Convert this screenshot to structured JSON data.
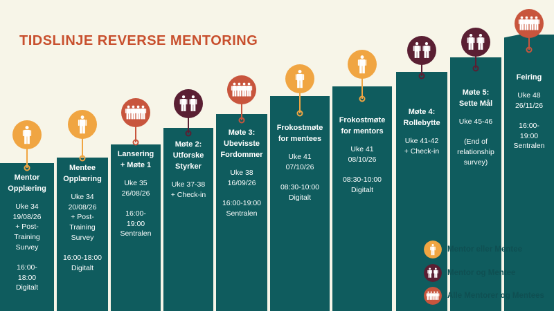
{
  "title": "TIDSLINJE REVERSE MENTORING",
  "colors": {
    "background": "#f7f5e8",
    "teal": "#0f5c5e",
    "orange": "#f0a542",
    "burgundy": "#5a1f33",
    "red": "#c8553d",
    "title": "#c8502e",
    "legend_text": "#0f4f52"
  },
  "milestones": [
    {
      "title": [
        "Mentor",
        "Opplæring"
      ],
      "body": [
        "Uke 34",
        "19/08/26",
        "+ Post-",
        "Training",
        "Survey",
        "",
        "16:00-",
        "18:00",
        "Digitalt"
      ],
      "type": "single",
      "icon": "person-icon"
    },
    {
      "title": [
        "Mentee",
        "Opplæring"
      ],
      "body": [
        "Uke 34",
        "20/08/26",
        "+ Post-",
        "Training",
        "Survey",
        "",
        "16:00-18:00",
        "Digitalt"
      ],
      "type": "single",
      "icon": "person-icon"
    },
    {
      "title": [
        "Lansering",
        "+ Møte 1"
      ],
      "body": [
        "Uke 35",
        "26/08/26",
        "",
        "16:00-",
        "19:00",
        "Sentralen"
      ],
      "type": "group",
      "icon": "group-icon"
    },
    {
      "title": [
        "Møte 2:",
        "Utforske",
        "Styrker"
      ],
      "body": [
        "Uke 37-38",
        "+ Check-in"
      ],
      "type": "pair",
      "icon": "pair-icon"
    },
    {
      "title": [
        "Møte 3:",
        "Ubevisste",
        "Fordommer"
      ],
      "body": [
        "Uke 38",
        "16/09/26",
        "",
        "16:00-19:00",
        "Sentralen"
      ],
      "type": "group",
      "icon": "group-icon"
    },
    {
      "title": [
        "Frokostmøte",
        "for mentees"
      ],
      "body": [
        "Uke 41",
        "07/10/26",
        "",
        "08:30-10:00",
        "Digitalt"
      ],
      "type": "single",
      "icon": "person-icon"
    },
    {
      "title": [
        "Frokostmøte",
        "for mentors"
      ],
      "body": [
        "Uke 41",
        "08/10/26",
        "",
        "08:30-10:00",
        "Digitalt"
      ],
      "type": "single",
      "icon": "person-icon"
    },
    {
      "title": [
        "Møte 4:",
        "Rollebytte"
      ],
      "body": [
        "Uke 41-42",
        "+ Check-in"
      ],
      "type": "pair",
      "icon": "pair-icon"
    },
    {
      "title": [
        "Møte 5:",
        "Sette Mål"
      ],
      "body": [
        "Uke 45-46",
        "",
        "(End of",
        "relationship",
        "survey)"
      ],
      "type": "pair",
      "icon": "pair-icon"
    },
    {
      "title": [
        "Feiring"
      ],
      "body": [
        "Uke 48",
        "26/11/26",
        "",
        "16:00-",
        "19:00",
        "Sentralen"
      ],
      "type": "group",
      "icon": "group-icon"
    }
  ],
  "legend": [
    {
      "label": "Mentor eller Mentee",
      "type": "single",
      "icon": "person-icon"
    },
    {
      "label": "Mentor og Mentee",
      "type": "pair",
      "icon": "pair-icon"
    },
    {
      "label": "Alle Mentorer og Mentees",
      "type": "group",
      "icon": "group-icon"
    }
  ]
}
